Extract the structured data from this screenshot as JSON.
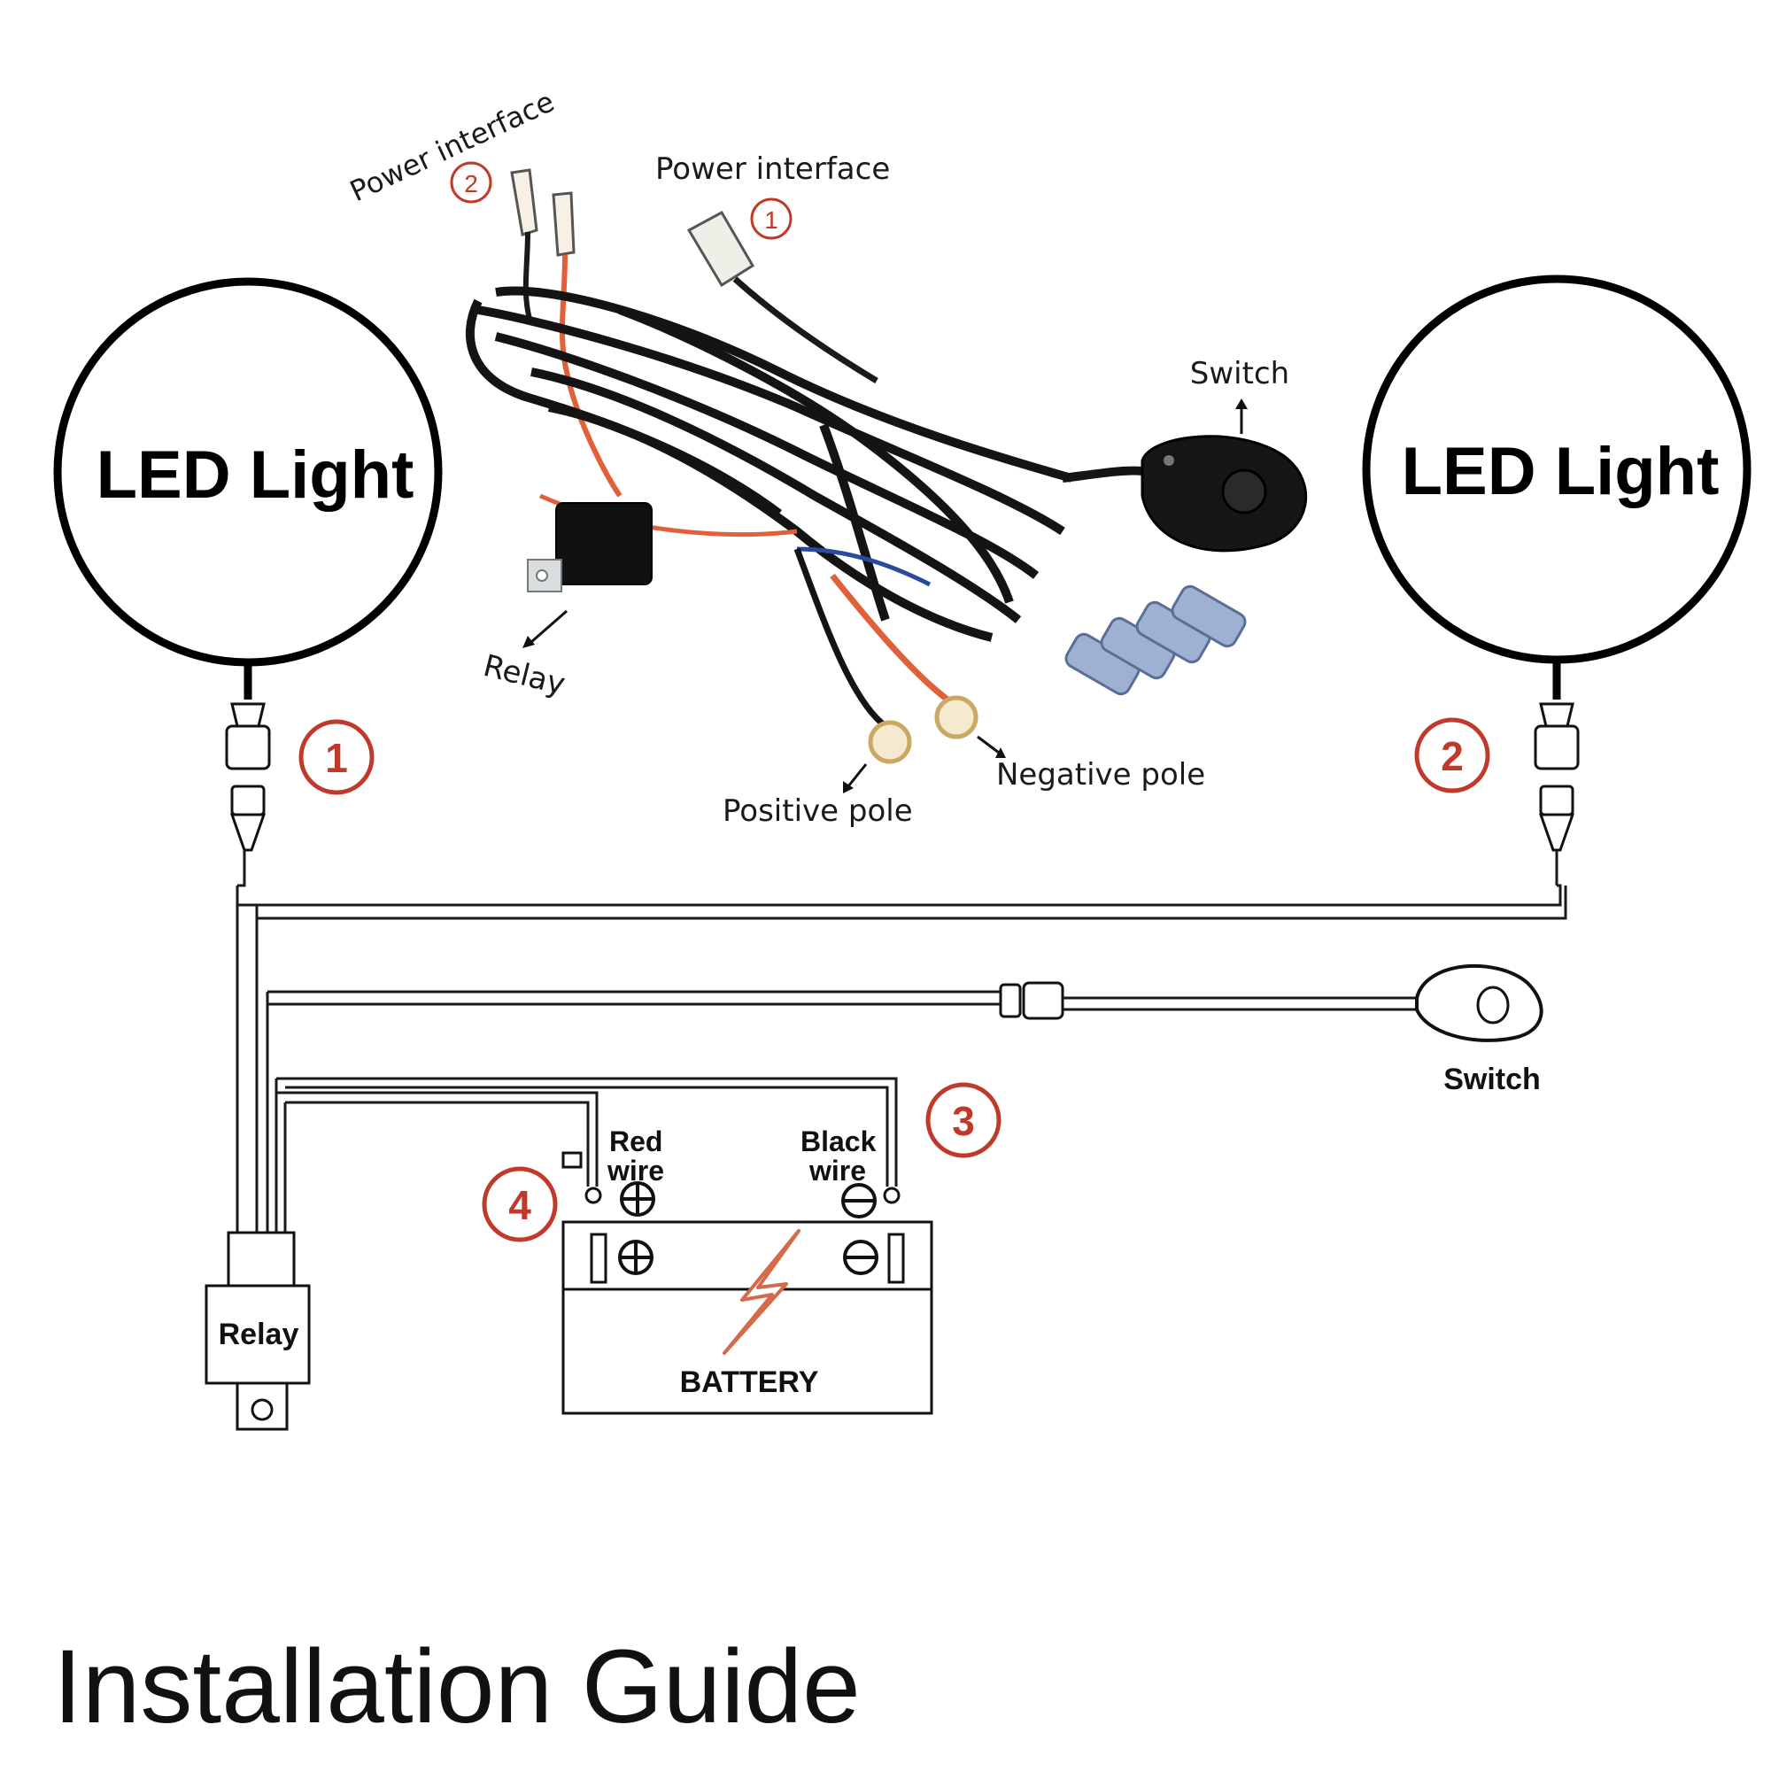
{
  "harness": {
    "power_interface_2_label": "Power interface",
    "power_interface_2_number": "2",
    "power_interface_1_label": "Power interface",
    "power_interface_1_number": "1",
    "switch_label": "Switch",
    "relay_label": "Relay",
    "positive_pole_label": "Positive pole",
    "negative_pole_label": "Negative pole"
  },
  "lights": {
    "left_label": "LED Light",
    "right_label": "LED Light"
  },
  "badges": {
    "one": "1",
    "two": "2",
    "three": "3",
    "four": "4"
  },
  "schematic": {
    "switch_label": "Switch",
    "relay_label": "Relay",
    "red_wire_line1": "Red",
    "red_wire_line2": "wire",
    "black_wire_line1": "Black",
    "black_wire_line2": "wire",
    "battery_label": "BATTERY"
  },
  "title": "Installation Guide",
  "colors": {
    "badge": "#c0392b",
    "wire_red": "#e0603a",
    "line": "#1a1a1a"
  }
}
